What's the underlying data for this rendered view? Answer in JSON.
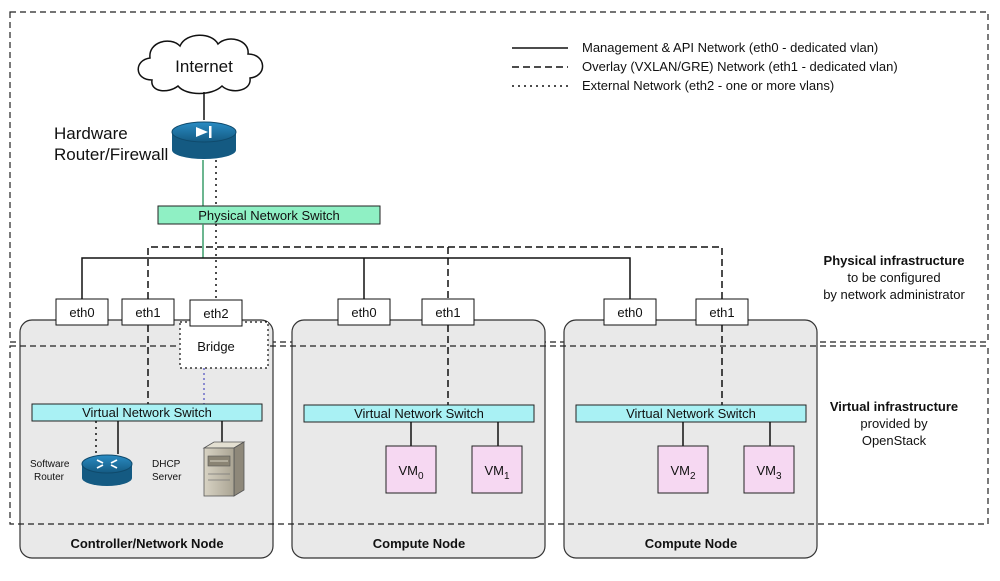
{
  "legend": {
    "management": "Management & API Network (eth0 - dedicated vlan)",
    "overlay": "Overlay (VXLAN/GRE) Network (eth1 - dedicated vlan)",
    "external": "External Network (eth2 - one or more vlans)"
  },
  "internet_label": "Internet",
  "hardware_router": {
    "line1": "Hardware",
    "line2": "Router/Firewall"
  },
  "physical_switch_label": "Physical Network Switch",
  "physical_infra": {
    "title": "Physical infrastructure",
    "line2": "to be configured",
    "line3": "by network administrator"
  },
  "virtual_infra": {
    "title": "Virtual infrastructure",
    "line2": "provided by",
    "line3": "OpenStack"
  },
  "controller": {
    "title": "Controller/Network Node",
    "eth0": "eth0",
    "eth1": "eth1",
    "eth2": "eth2",
    "bridge": "Bridge",
    "vswitch": "Virtual Network Switch",
    "software_router": {
      "line1": "Software",
      "line2": "Router"
    },
    "dhcp_server": {
      "line1": "DHCP",
      "line2": "Server"
    }
  },
  "compute1": {
    "title": "Compute Node",
    "eth0": "eth0",
    "eth1": "eth1",
    "vswitch": "Virtual Network Switch",
    "vm_a": {
      "name": "VM",
      "sub": "0"
    },
    "vm_b": {
      "name": "VM",
      "sub": "1"
    }
  },
  "compute2": {
    "title": "Compute Node",
    "eth0": "eth0",
    "eth1": "eth1",
    "vswitch": "Virtual Network Switch",
    "vm_a": {
      "name": "VM",
      "sub": "2"
    },
    "vm_b": {
      "name": "VM",
      "sub": "3"
    }
  },
  "colors": {
    "physical_switch": "#8ff0c4",
    "virtual_switch": "#a9f1f4",
    "vm_fill": "#f6d8f2",
    "node_fill": "#e9e9e9",
    "router_blue": "#1a6d9c",
    "green_link": "#3a9d6a",
    "purple_link": "#6c6cc8"
  }
}
